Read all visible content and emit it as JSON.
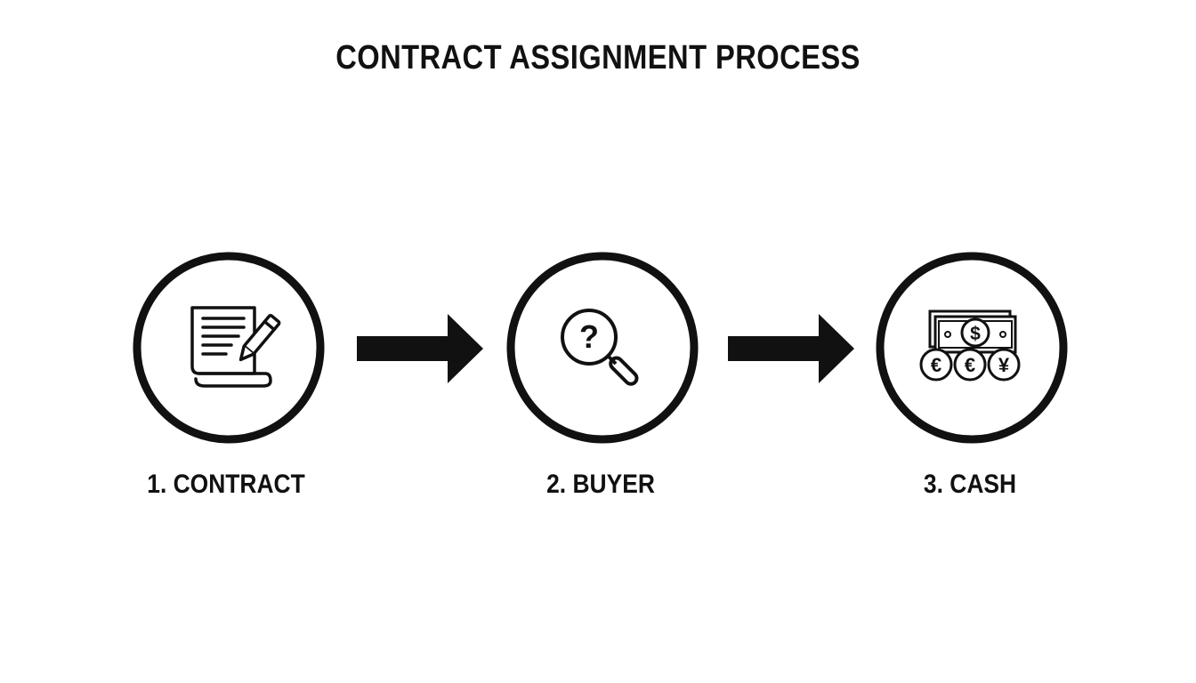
{
  "title": "CONTRACT ASSIGNMENT PROCESS",
  "steps": [
    {
      "label": "1. CONTRACT",
      "icon": "contract-pen-icon"
    },
    {
      "label": "2. BUYER",
      "icon": "magnifier-question-icon"
    },
    {
      "label": "3. CASH",
      "icon": "cash-currency-icon",
      "symbols": [
        "$",
        "€",
        "€",
        "¥"
      ]
    }
  ],
  "colors": {
    "ink": "#111111",
    "background": "#ffffff"
  }
}
